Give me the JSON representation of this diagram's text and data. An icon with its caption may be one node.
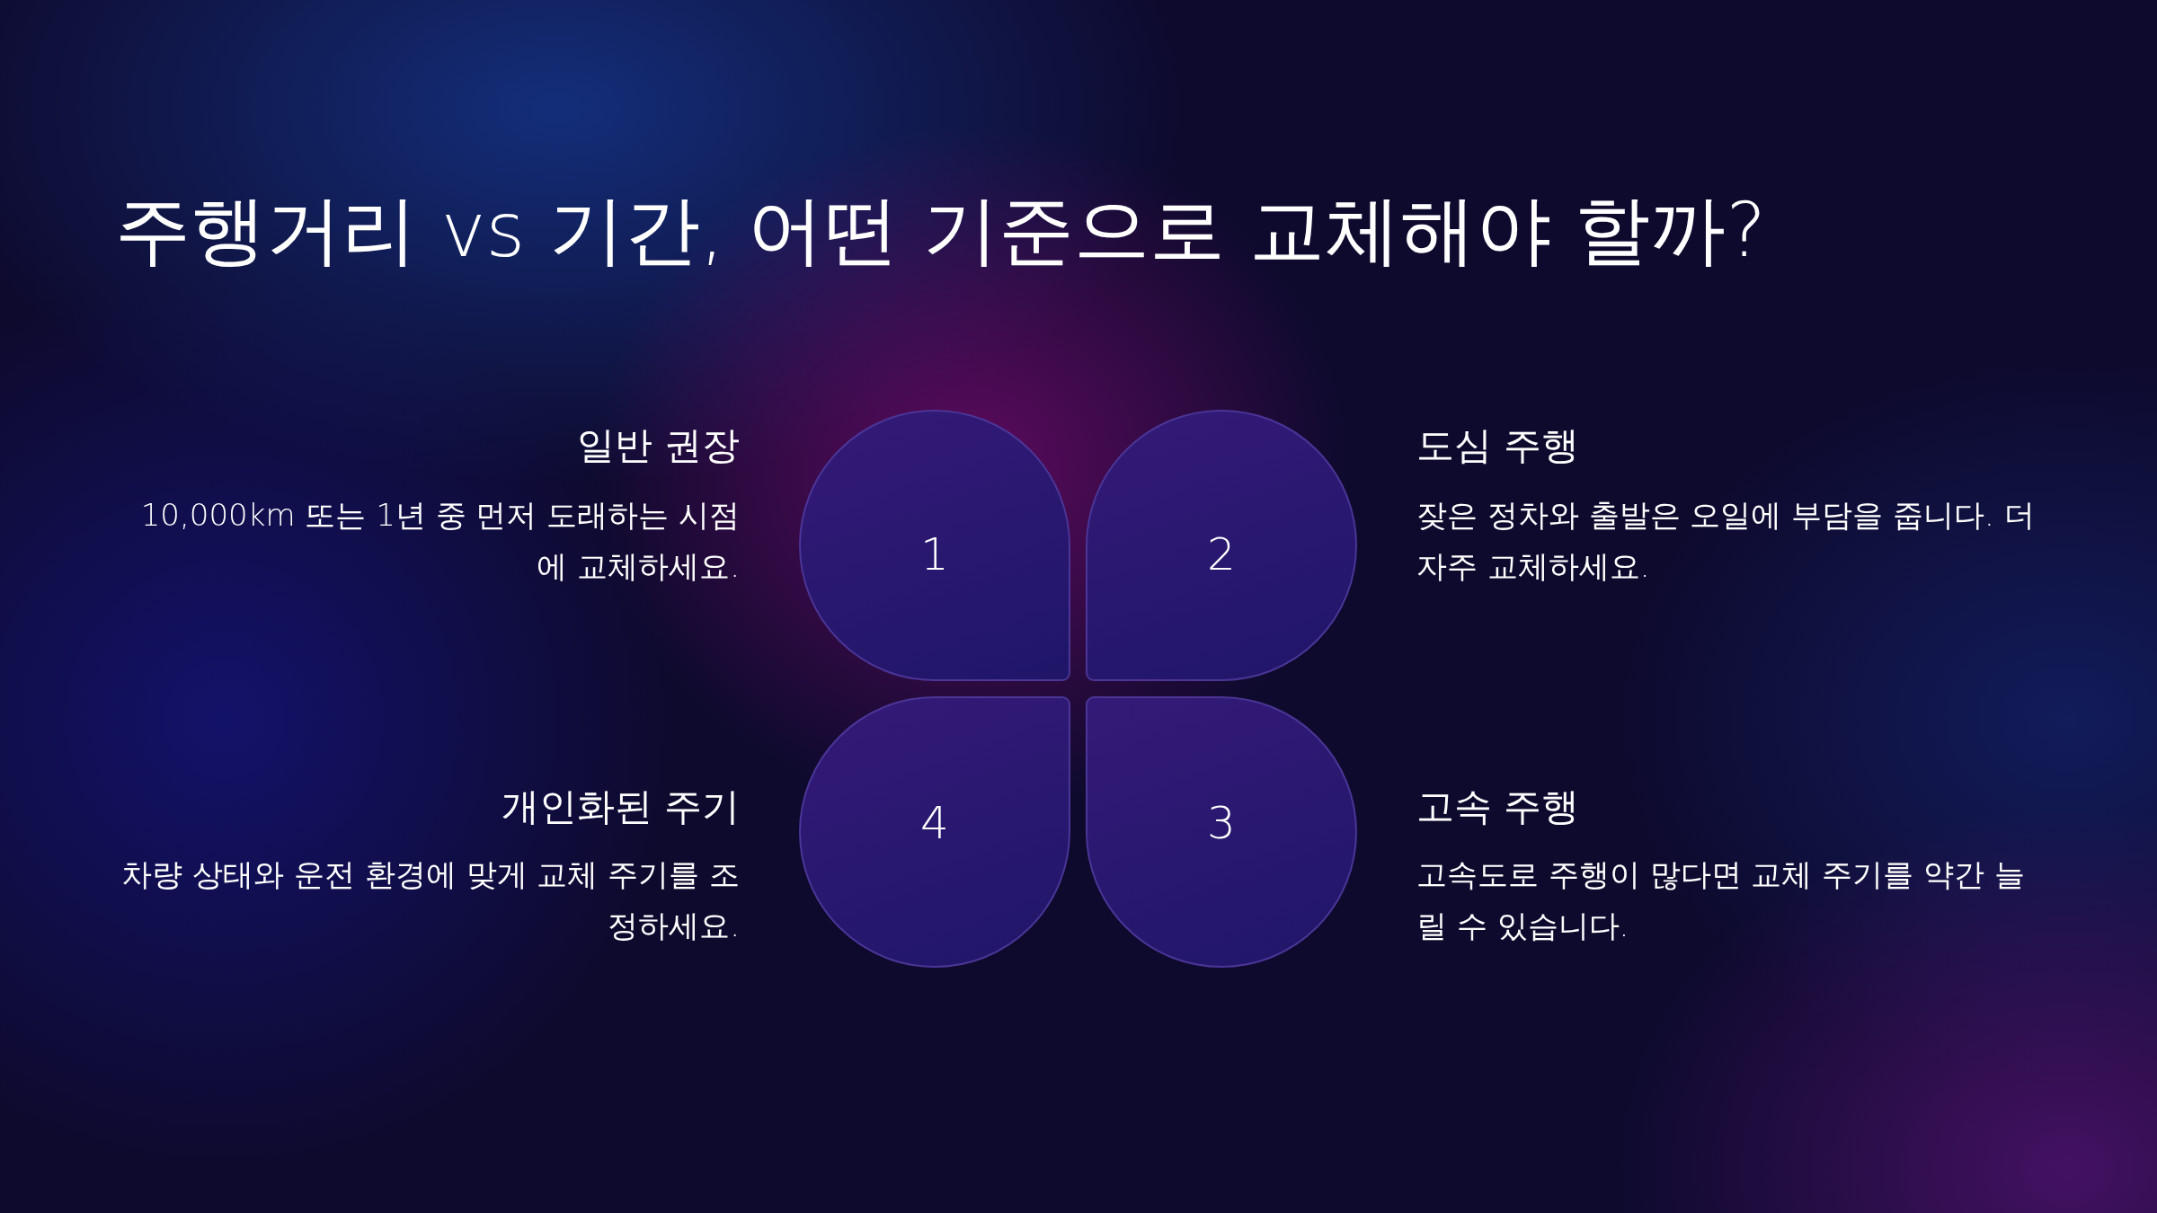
{
  "diagram": {
    "title": "주행거리 vs 기간, 어떤 기준으로 교체해야 할까?",
    "nodes": [
      {
        "text": [
          "1"
        ],
        "beside": [
          "일반 권장",
          "10,000km 또는 1년 중 먼저 도래하는 시점에 교체하세요."
        ]
      },
      {
        "text": [
          "2"
        ],
        "beside": [
          "도심 주행",
          "잦은 정차와 출발은 오일에 부담을 줍니다. 더 자주 교체하세요."
        ]
      },
      {
        "text": [
          "4"
        ],
        "beside": [
          "개인화된 주기",
          "차량 상태와 운전 환경에 맞게 교체 주기를 조정하세요."
        ]
      },
      {
        "text": [
          "3"
        ],
        "beside": [
          "고속 주행",
          "고속도로 주행이 많다면 교체 주기를 약간 늘릴 수 있습니다."
        ]
      }
    ]
  }
}
